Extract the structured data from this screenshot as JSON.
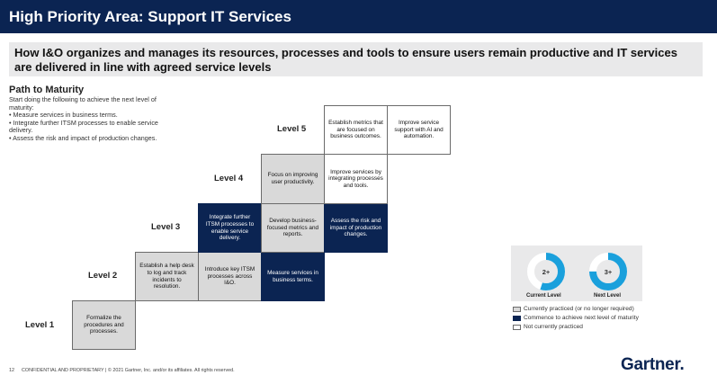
{
  "title": "High Priority Area: Support IT Services",
  "subtitle": "How I&O organizes and manages its resources, processes and tools to ensure users remain productive and IT services are delivered in line with agreed service levels",
  "path": {
    "heading": "Path to Maturity",
    "lines": [
      "Start doing the following to achieve the next level of",
      "maturity:",
      "• Measure services in business terms.",
      "• Integrate further ITSM processes to enable service",
      "delivery.",
      "• Assess the risk and impact of production changes."
    ]
  },
  "levels": [
    "Level 1",
    "Level 2",
    "Level 3",
    "Level 4",
    "Level 5"
  ],
  "cells": [
    {
      "text": "Formalize the procedures and processes.",
      "status": "practiced"
    },
    {
      "text": "Establish a help desk to log and track incidents to resolution.",
      "status": "practiced"
    },
    {
      "text": "Introduce key ITSM processes across I&O.",
      "status": "practiced"
    },
    {
      "text": "Measure services in business terms.",
      "status": "commence"
    },
    {
      "text": "Integrate further ITSM processes to enable service delivery.",
      "status": "commence"
    },
    {
      "text": "Develop business-focused metrics and reports.",
      "status": "practiced"
    },
    {
      "text": "Assess the risk and impact of production changes.",
      "status": "commence"
    },
    {
      "text": "Focus on improving user productivity.",
      "status": "practiced"
    },
    {
      "text": "Improve services by integrating processes and tools.",
      "status": "notyet"
    },
    {
      "text": "Establish metrics that are focused on business outcomes.",
      "status": "notyet"
    },
    {
      "text": "Improve service support with AI and automation.",
      "status": "notyet"
    }
  ],
  "gauges": {
    "current": {
      "value": "2+",
      "caption": "Current Level",
      "fill": 0.55
    },
    "next": {
      "value": "3+",
      "caption": "Next Level",
      "fill": 0.75
    },
    "color": "#1aa0dc"
  },
  "legend": [
    {
      "label": "Currently practiced (or no longer required)",
      "status": "practiced"
    },
    {
      "label": "Commence to achieve next level of maturity",
      "status": "commence"
    },
    {
      "label": "Not currently practiced",
      "status": "notyet"
    }
  ],
  "colors": {
    "navy": "#0b2452",
    "practiced": "#d9d9d9",
    "notyet": "#ffffff",
    "gauge": "#1aa0dc"
  },
  "footer": {
    "page": "12",
    "text": "CONFIDENTIAL AND PROPRIETARY | © 2021 Gartner, Inc. and/or its affiliates. All rights reserved."
  },
  "logo": "Gartner."
}
